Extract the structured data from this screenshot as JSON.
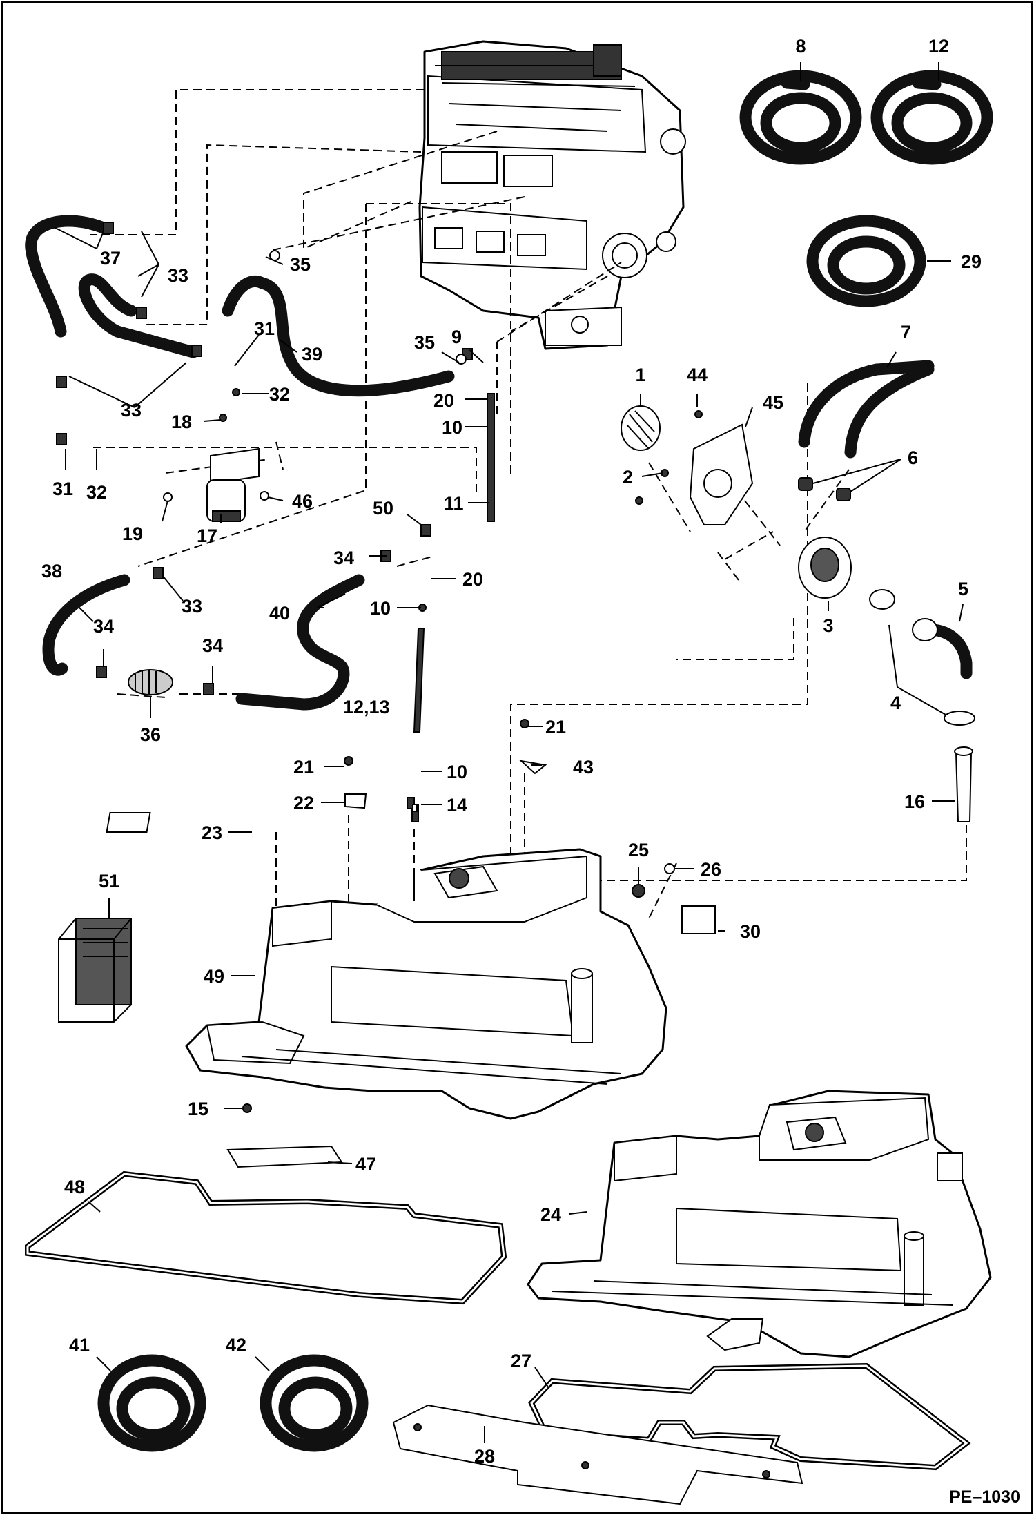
{
  "diagram": {
    "drawing_number": "PE–1030",
    "callouts": [
      {
        "id": "c8",
        "text": "8"
      },
      {
        "id": "c12a",
        "text": "12"
      },
      {
        "id": "c29",
        "text": "29"
      },
      {
        "id": "c37",
        "text": "37"
      },
      {
        "id": "c33a",
        "text": "33"
      },
      {
        "id": "c35a",
        "text": "35"
      },
      {
        "id": "c39",
        "text": "39"
      },
      {
        "id": "c31a",
        "text": "31"
      },
      {
        "id": "c32a",
        "text": "32"
      },
      {
        "id": "c33b",
        "text": "33"
      },
      {
        "id": "c35b",
        "text": "35"
      },
      {
        "id": "c9",
        "text": "9"
      },
      {
        "id": "c20a",
        "text": "20"
      },
      {
        "id": "c10a",
        "text": "10"
      },
      {
        "id": "c18",
        "text": "18"
      },
      {
        "id": "c31b",
        "text": "31"
      },
      {
        "id": "c32b",
        "text": "32"
      },
      {
        "id": "c19",
        "text": "19"
      },
      {
        "id": "c17",
        "text": "17"
      },
      {
        "id": "c46",
        "text": "46"
      },
      {
        "id": "c11",
        "text": "11"
      },
      {
        "id": "c1",
        "text": "1"
      },
      {
        "id": "c44",
        "text": "44"
      },
      {
        "id": "c45",
        "text": "45"
      },
      {
        "id": "c7",
        "text": "7"
      },
      {
        "id": "c6",
        "text": "6"
      },
      {
        "id": "c2",
        "text": "2"
      },
      {
        "id": "c50",
        "text": "50"
      },
      {
        "id": "c38",
        "text": "38"
      },
      {
        "id": "c34a",
        "text": "34"
      },
      {
        "id": "c33c",
        "text": "33"
      },
      {
        "id": "c20b",
        "text": "20"
      },
      {
        "id": "c40",
        "text": "40"
      },
      {
        "id": "c10b",
        "text": "10"
      },
      {
        "id": "c3",
        "text": "3"
      },
      {
        "id": "c5",
        "text": "5"
      },
      {
        "id": "c34b",
        "text": "34"
      },
      {
        "id": "c34c",
        "text": "34"
      },
      {
        "id": "c36",
        "text": "36"
      },
      {
        "id": "c1213",
        "text": "12,13"
      },
      {
        "id": "c4",
        "text": "4"
      },
      {
        "id": "c21a",
        "text": "21"
      },
      {
        "id": "c43",
        "text": "43"
      },
      {
        "id": "c21b",
        "text": "21"
      },
      {
        "id": "c10c",
        "text": "10"
      },
      {
        "id": "c22",
        "text": "22"
      },
      {
        "id": "c14",
        "text": "14"
      },
      {
        "id": "c16",
        "text": "16"
      },
      {
        "id": "c23",
        "text": "23"
      },
      {
        "id": "c25",
        "text": "25"
      },
      {
        "id": "c26",
        "text": "26"
      },
      {
        "id": "c51",
        "text": "51"
      },
      {
        "id": "c30",
        "text": "30"
      },
      {
        "id": "c49",
        "text": "49"
      },
      {
        "id": "c15",
        "text": "15"
      },
      {
        "id": "c47",
        "text": "47"
      },
      {
        "id": "c48",
        "text": "48"
      },
      {
        "id": "c24",
        "text": "24"
      },
      {
        "id": "c41",
        "text": "41"
      },
      {
        "id": "c42",
        "text": "42"
      },
      {
        "id": "c27",
        "text": "27"
      },
      {
        "id": "c28",
        "text": "28"
      }
    ]
  }
}
